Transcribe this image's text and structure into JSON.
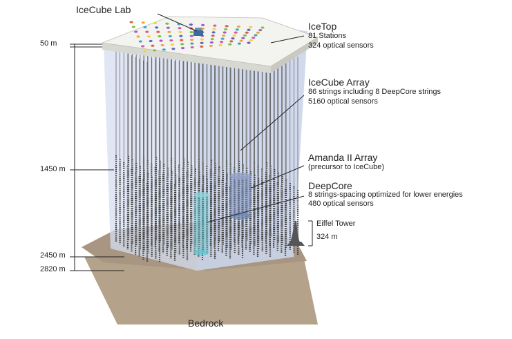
{
  "colors": {
    "ice_column": "#c9d3ea",
    "surface_top": "#f2f2ee",
    "bedrock_top": "#a89884",
    "bedrock_side": "#bba88f",
    "string_color": "#5a5a5a",
    "amanda_color": "#6f86b3",
    "deepcore_color": "#5fc4cf",
    "leader_line": "#222222"
  },
  "labels": {
    "icecube_lab": "IceCube Lab",
    "icetop": {
      "title": "IceTop",
      "line1": "81 Stations",
      "line2": "324 optical sensors"
    },
    "array": {
      "title": "IceCube Array",
      "line1": "86 strings including 8 DeepCore strings",
      "line2": "5160 optical sensors"
    },
    "amanda": {
      "title": "Amanda II Array",
      "line1": "(precursor to IceCube)"
    },
    "deepcore": {
      "title": "DeepCore",
      "line1": "8 strings-spacing optimized for lower energies",
      "line2": "480 optical sensors"
    },
    "eiffel": {
      "title": "Eiffel Tower",
      "height": "324 m"
    },
    "bedrock": "Bedrock"
  },
  "depths": [
    "50 m",
    "1450 m",
    "2450 m",
    "2820 m"
  ],
  "icons": {
    "lab": "building-icon",
    "eiffel": "eiffel-tower-icon"
  }
}
